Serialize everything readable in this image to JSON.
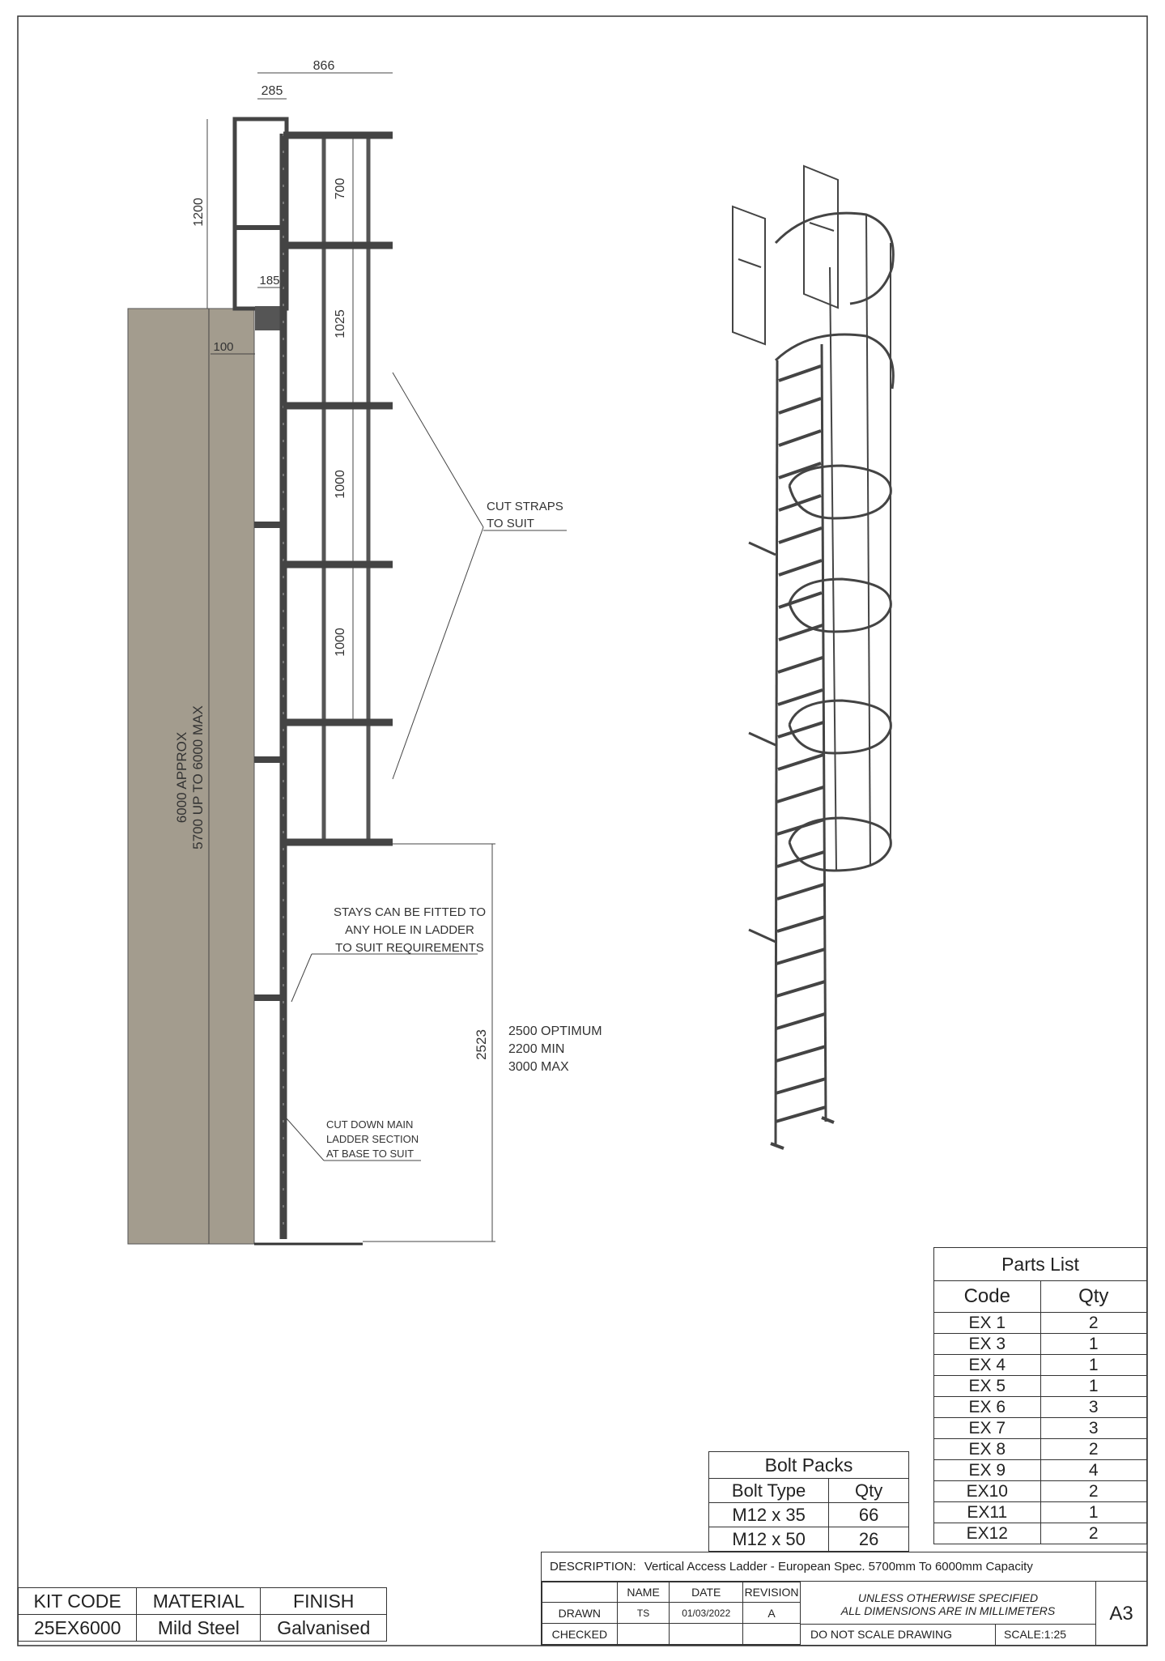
{
  "elevation": {
    "dims": {
      "overall_width": "866",
      "cage_offset": "285",
      "top_extension": "1200",
      "hoop_top_spacing": "700",
      "hoop_gap_1": "1025",
      "hoop_gap_2": "1000",
      "hoop_gap_3": "1000",
      "standoff": "185",
      "wall_offset": "100",
      "cage_bottom_height": "2523",
      "height_line1": "6000 APPROX",
      "height_line2": "5700 UP TO 6000 MAX"
    },
    "notes": {
      "cut_straps": [
        "CUT STRAPS",
        "TO SUIT"
      ],
      "stays": [
        "STAYS CAN BE FITTED TO",
        "ANY HOLE IN LADDER",
        "TO SUIT REQUIREMENTS"
      ],
      "optimum": [
        "2500 OPTIMUM",
        "2200 MIN",
        "3000 MAX"
      ],
      "cut_down": [
        "CUT DOWN MAIN",
        "LADDER SECTION",
        "AT BASE TO SUIT"
      ]
    }
  },
  "parts_list": {
    "title": "Parts List",
    "headers": [
      "Code",
      "Qty"
    ],
    "rows": [
      {
        "code": "EX 1",
        "qty": "2"
      },
      {
        "code": "EX 3",
        "qty": "1"
      },
      {
        "code": "EX 4",
        "qty": "1"
      },
      {
        "code": "EX 5",
        "qty": "1"
      },
      {
        "code": "EX 6",
        "qty": "3"
      },
      {
        "code": "EX 7",
        "qty": "3"
      },
      {
        "code": "EX 8",
        "qty": "2"
      },
      {
        "code": "EX 9",
        "qty": "4"
      },
      {
        "code": "EX10",
        "qty": "2"
      },
      {
        "code": "EX11",
        "qty": "1"
      },
      {
        "code": "EX12",
        "qty": "2"
      }
    ]
  },
  "bolt_packs": {
    "title": "Bolt Packs",
    "headers": [
      "Bolt Type",
      "Qty"
    ],
    "rows": [
      {
        "type": "M12 x 35",
        "qty": "66"
      },
      {
        "type": "M12 x 50",
        "qty": "26"
      }
    ]
  },
  "kit": {
    "headers": [
      "KIT CODE",
      "MATERIAL",
      "FINISH"
    ],
    "values": [
      "25EX6000",
      "Mild Steel",
      "Galvanised"
    ]
  },
  "title_block": {
    "description_label": "DESCRIPTION:",
    "description": "Vertical Access Ladder - European Spec. 5700mm To 6000mm Capacity",
    "col_headers": [
      "NAME",
      "DATE",
      "REVISION"
    ],
    "drawn_label": "DRAWN",
    "drawn_name": "TS",
    "drawn_date": "01/03/2022",
    "revision": "A",
    "checked_label": "CHECKED",
    "note1": "UNLESS OTHERWISE SPECIFIED",
    "note2": "ALL DIMENSIONS ARE IN MILLIMETERS",
    "no_scale": "DO NOT SCALE DRAWING",
    "scale": "SCALE:1:25",
    "sheet_size": "A3"
  },
  "colors": {
    "wall": "#a39c8e",
    "line": "#333333",
    "steel": "#555555",
    "background": "#ffffff"
  }
}
